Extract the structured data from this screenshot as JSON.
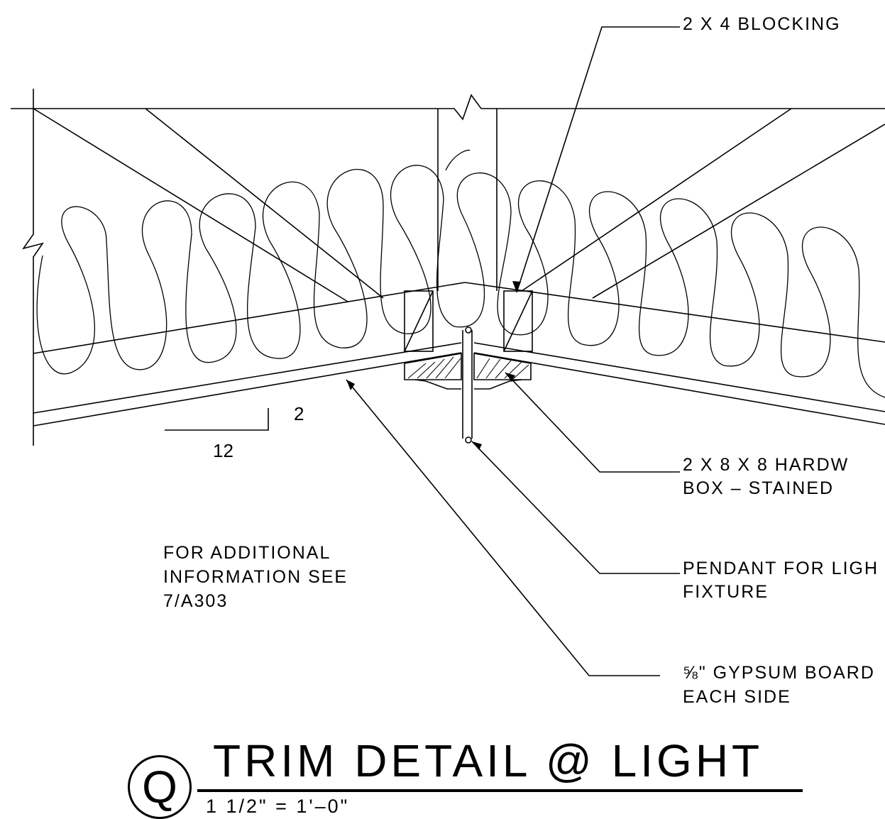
{
  "detail": {
    "marker": "Q",
    "title": "TRIM DETAIL @ LIGHT",
    "scale": "1 1/2\" = 1'–0\""
  },
  "callouts": {
    "blocking": "2 X 4 BLOCKING",
    "hardwood_box_line1": "2 X 8 X 8 HARDW",
    "hardwood_box_line2": "BOX – STAINED",
    "pendant_line1": "PENDANT FOR LIGH",
    "pendant_line2": "FIXTURE",
    "gypsum_line1": "⅝\" GYPSUM BOARD",
    "gypsum_line2": "EACH SIDE"
  },
  "note": {
    "line1": "FOR ADDITIONAL",
    "line2": "INFORMATION SEE",
    "line3": "7/A303"
  },
  "slope": {
    "rise": "2",
    "run": "12"
  }
}
